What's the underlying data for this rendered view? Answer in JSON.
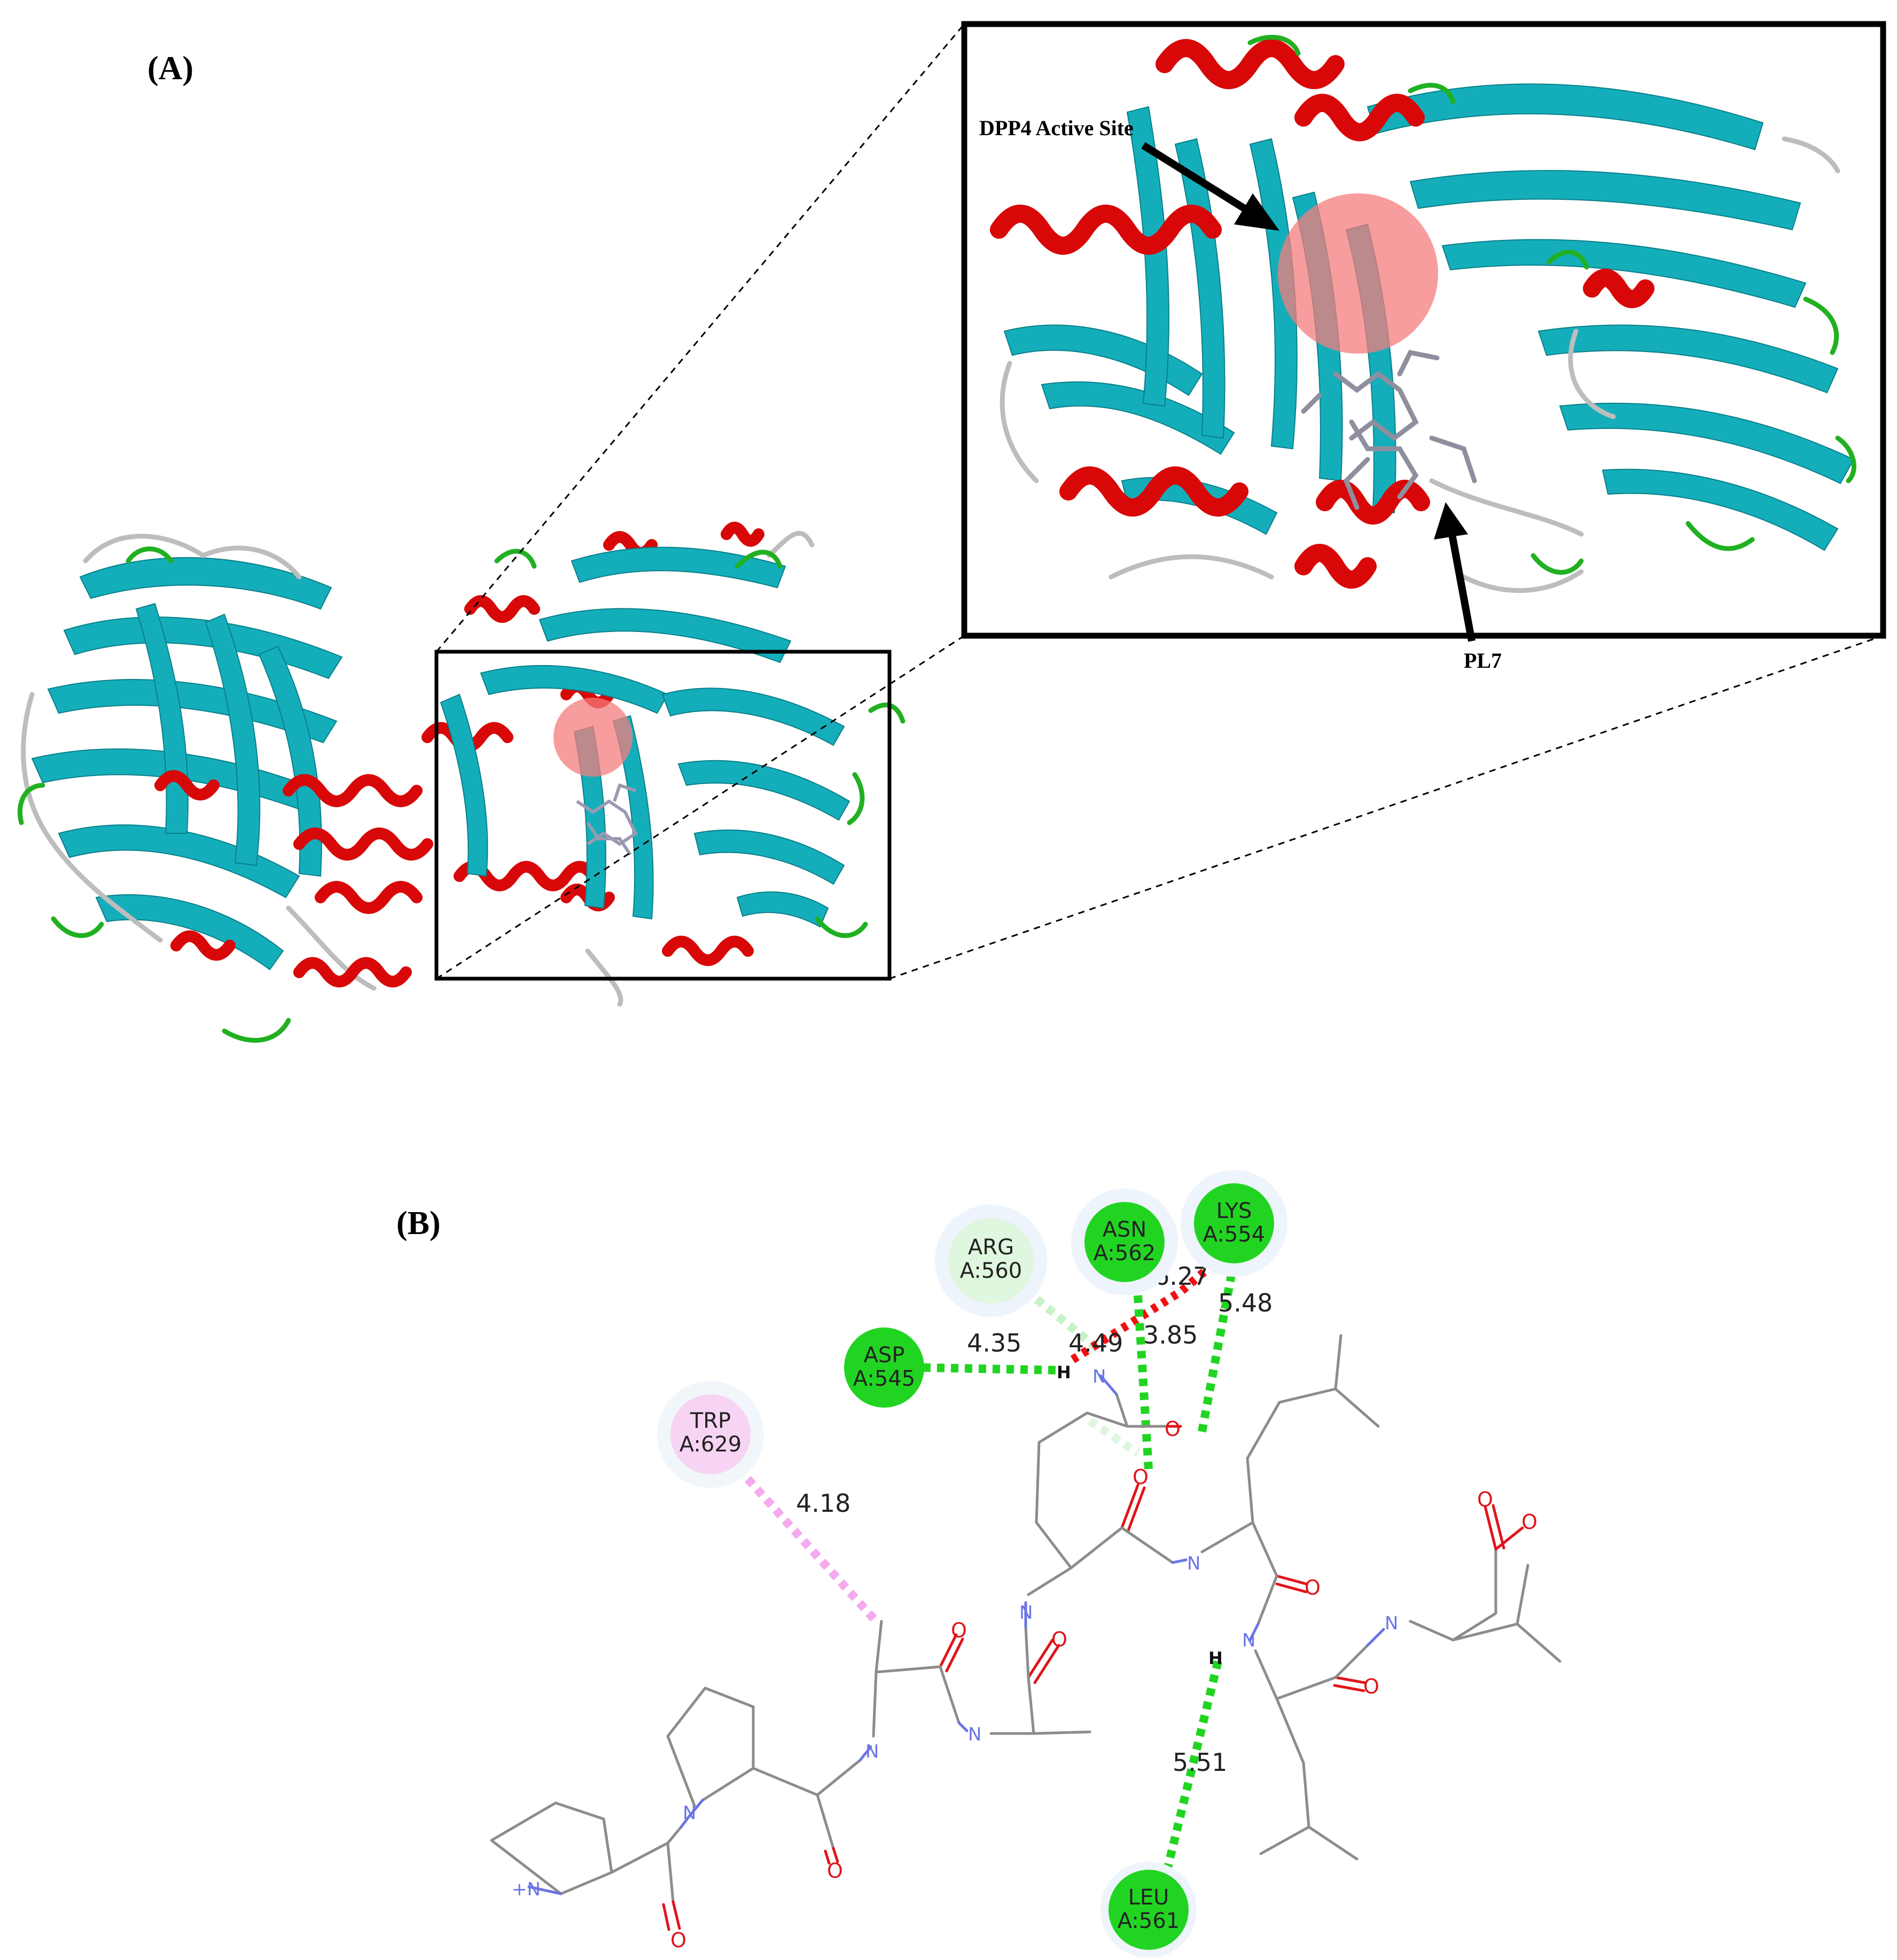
{
  "panels": {
    "a_label": "(A)",
    "b_label": "(B)"
  },
  "callouts": {
    "active_site": "DPP4 Active Site",
    "ligand": "PL7"
  },
  "colors": {
    "helix": "#d80808",
    "sheet": "#14aebb",
    "turn": "#21b021",
    "coil": "#bdbdbd",
    "active_site_sphere": "#f47c7c",
    "hbond": "#22d422",
    "unfavorable": "#f01010",
    "pi_alkyl": "#f5a9ee",
    "van_der_waals": "#c7f2c7"
  },
  "residues": [
    {
      "id": "arg",
      "name": "ARG",
      "number": "A:560",
      "kind": "van_der_waals"
    },
    {
      "id": "asn",
      "name": "ASN",
      "number": "A:562",
      "kind": "hbond"
    },
    {
      "id": "lys",
      "name": "LYS",
      "number": "A:554",
      "kind": "hbond"
    },
    {
      "id": "asp",
      "name": "ASP",
      "number": "A:545",
      "kind": "hbond"
    },
    {
      "id": "trp",
      "name": "TRP",
      "number": "A:629",
      "kind": "pi_alkyl"
    },
    {
      "id": "leu",
      "name": "LEU",
      "number": "A:561",
      "kind": "hbond"
    }
  ],
  "distances": [
    {
      "id": "d1",
      "value": "4.35"
    },
    {
      "id": "d2",
      "value": "4.49"
    },
    {
      "id": "d3",
      "value": "3.85"
    },
    {
      "id": "d4",
      "value": "6.27"
    },
    {
      "id": "d5",
      "value": "5.48"
    },
    {
      "id": "d6",
      "value": "4.18"
    },
    {
      "id": "d7",
      "value": "5.51"
    }
  ],
  "atoms": {
    "oxygen": "O",
    "nitrogen": "N",
    "hydrogen": "H",
    "charged_nitrogen": "+N"
  }
}
